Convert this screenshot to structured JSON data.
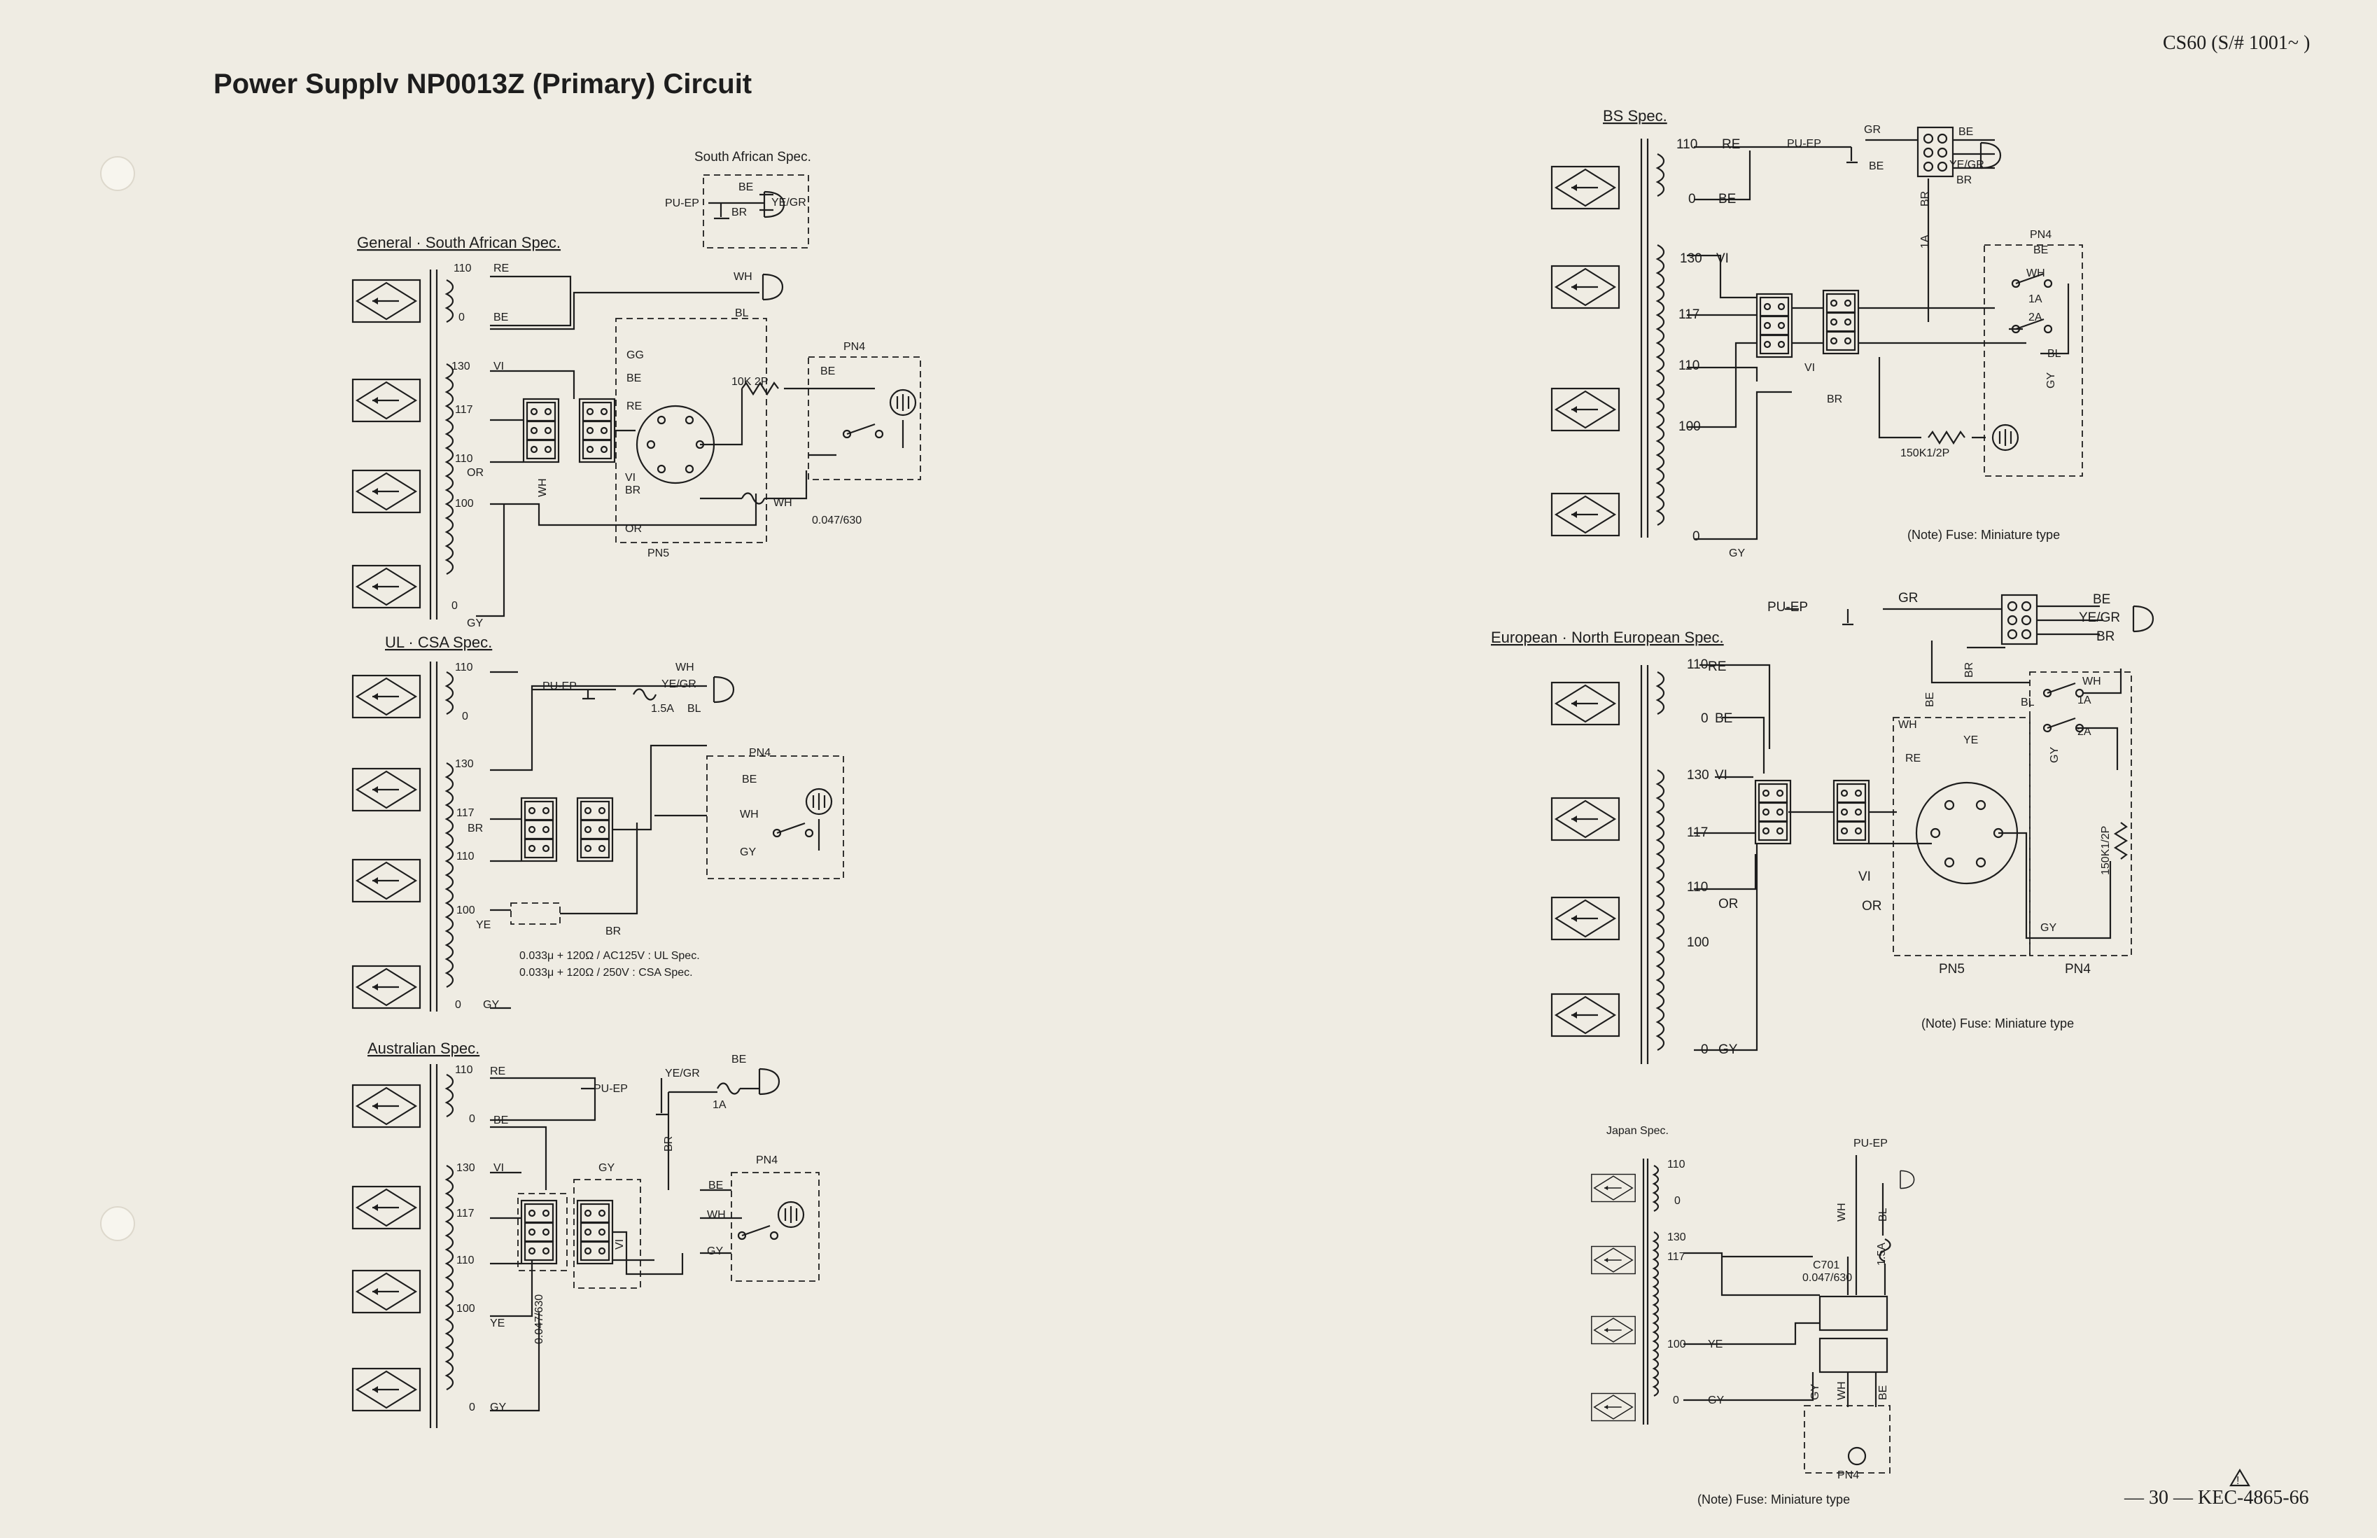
{
  "page": {
    "title": "Power Supplv NP0013Z (Primary) Circuit",
    "model_ref": "CS60 (S/# 1001~ )",
    "footer_ref": "— 30 — KEC-4865-66"
  },
  "sections": {
    "south_african": {
      "header": "South African Spec.",
      "labels": [
        "PU-EP",
        "BE",
        "BR",
        "YE/GR"
      ]
    },
    "general": {
      "header": "General · South African Spec.",
      "taps": [
        "110",
        "0",
        "130",
        "117",
        "110",
        "100",
        "0"
      ],
      "labels": [
        "RE",
        "BE",
        "VI",
        "OR",
        "WH",
        "BL",
        "GG",
        "BE",
        "RE",
        "VI",
        "BR",
        "OR",
        "GY",
        "WH",
        "WH",
        "BE",
        "10K 2P",
        "PN4",
        "PN5",
        "0.047/630"
      ]
    },
    "ul_csa": {
      "header": "UL · CSA Spec.",
      "taps": [
        "110",
        "0",
        "130",
        "117",
        "110",
        "100",
        "0"
      ],
      "labels": [
        "PU-EP",
        "WH",
        "YE/GR",
        "1.5A",
        "BL",
        "PN4",
        "BE",
        "WH",
        "GY",
        "BR",
        "YE",
        "GY",
        "BR"
      ],
      "cap_notes": [
        "0.033μ + 120Ω / AC125V  : UL Spec.",
        "0.033μ + 120Ω / 250V     : CSA Spec."
      ]
    },
    "australian": {
      "header": "Australian Spec.",
      "taps": [
        "110",
        "0",
        "130",
        "117",
        "110",
        "100",
        "0"
      ],
      "labels": [
        "RE",
        "BE",
        "VI",
        "PU-EP",
        "YE/GR",
        "BE",
        "1A",
        "BR",
        "GY",
        "VI",
        "PN4",
        "BE",
        "WH",
        "GY",
        "YE",
        "GY",
        "0.047/630"
      ]
    },
    "bs": {
      "header": "BS Spec.",
      "taps": [
        "110",
        "0",
        "130",
        "117",
        "110",
        "100",
        "0"
      ],
      "labels": [
        "RE",
        "BE",
        "VI",
        "PU-EP",
        "GR",
        "BE",
        "YE/GR",
        "BR",
        "BE",
        "BR",
        "1A",
        "PN4",
        "BE",
        "WH",
        "1A",
        "2A",
        "BL",
        "GY",
        "BR",
        "150K1/2P",
        "GY",
        "VI"
      ],
      "note": "(Note)   Fuse:  Miniature type"
    },
    "european": {
      "header": "European · North European Spec.",
      "taps": [
        "110",
        "0",
        "130",
        "117",
        "110",
        "100",
        "0"
      ],
      "labels": [
        "PU-EP",
        "GR",
        "BE",
        "YE/GR",
        "BR",
        "BR",
        "BE",
        "BL",
        "WH",
        "1A",
        "2A",
        "GY",
        "WH",
        "YE",
        "RE",
        "RE",
        "BE",
        "VI",
        "OR",
        "VI",
        "OR",
        "GY",
        "GY",
        "150K1/2P",
        "PN5",
        "PN4"
      ],
      "note": "(Note)   Fuse:  Miniature type"
    },
    "japan": {
      "header": "Japan Spec.",
      "taps": [
        "110",
        "0",
        "130",
        "117",
        "100",
        "0"
      ],
      "labels": [
        "PU-EP",
        "WH",
        "BL",
        "1.5A",
        "C701",
        "0.047/630",
        "YE",
        "GY",
        "GY",
        "WH",
        "BE",
        "PN4"
      ],
      "note": "(Note)   Fuse:  Miniature type"
    }
  }
}
